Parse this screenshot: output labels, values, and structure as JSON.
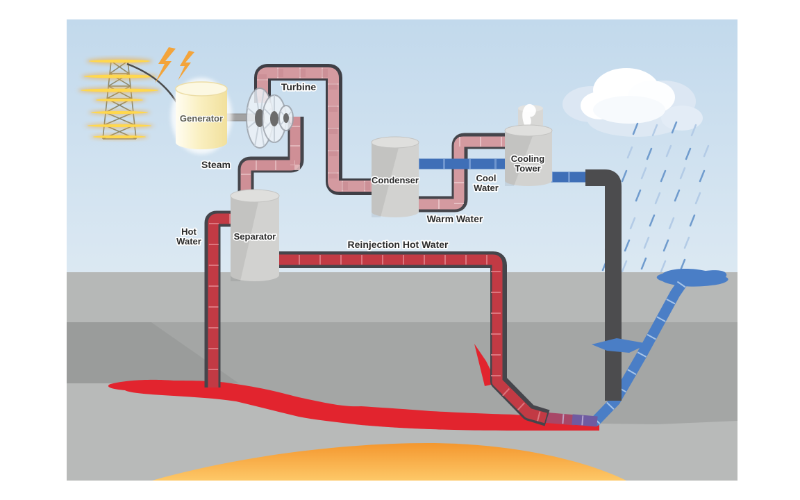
{
  "diagram": {
    "type": "geothermal-power-plant-illustration",
    "labels": {
      "turbine": "Turbine",
      "generator": "Generator",
      "steam": "Steam",
      "hot_water_line1": "Hot",
      "hot_water_line2": "Water",
      "separator": "Separator",
      "reinjection": "Reinjection Hot Water",
      "condenser": "Condenser",
      "cool_water_line1": "Cool",
      "cool_water_line2": "Water",
      "warm_water": "Warm Water",
      "cooling_tower_line1": "Cooling",
      "cooling_tower_line2": "Tower"
    },
    "components": [
      "transmission-tower-icon",
      "lightning-icon",
      "generator-tank",
      "turbine-fans",
      "separator-tank",
      "condenser-tank",
      "cooling-tower-tank",
      "steam-pipe",
      "hot-water-pipe",
      "reinjection-pipe",
      "cool-water-pipe",
      "warm-water-pipe",
      "return-water-pipe",
      "rain-cloud-icon",
      "rain",
      "surface-puddle",
      "groundwater-stream",
      "hot-water-reservoir",
      "magma"
    ],
    "colors": {
      "sky_top": "#c2d9ec",
      "sky_bottom": "#f0f5f8",
      "ground_light": "#b6b8b7",
      "ground_mid": "#a4a6a5",
      "ground_dark": "#9a9c9b",
      "ground_deep": "#b8bab9",
      "steam_pipe_pink": "#d49aa0",
      "hot_pipe_red": "#c23a44",
      "pipe_outline": "#45454b",
      "cool_pipe_blue": "#3f6fb7",
      "return_pipe_dark": "#4c4c4e",
      "water_blue": "#4a7ec6",
      "reservoir_red": "#e2242e",
      "magma_top": "#f4972e",
      "magma_bottom": "#fdc868",
      "tower_yellow": "#ffd84e",
      "lightning_gold": "#f3a43b"
    }
  }
}
